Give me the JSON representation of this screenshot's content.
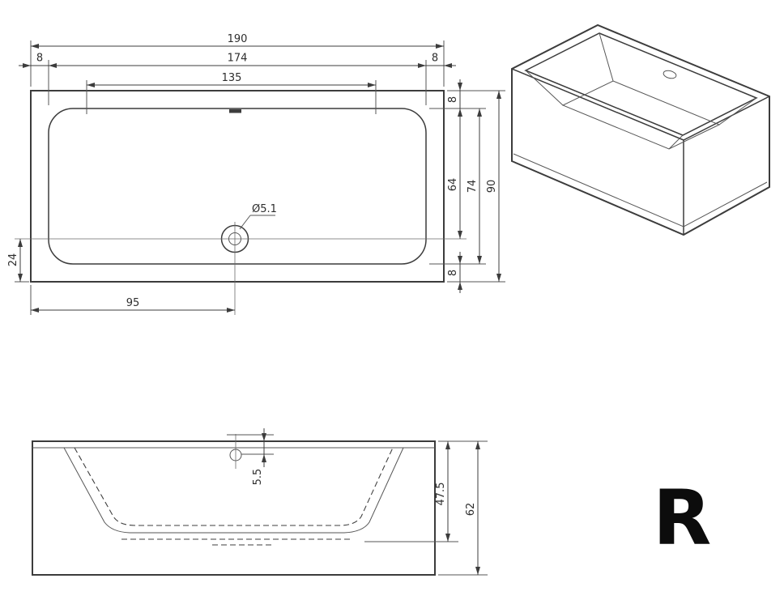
{
  "marking": {
    "letter": "R"
  },
  "top_view": {
    "dims": {
      "overall_width": "190",
      "rim_left": "8",
      "inner_width": "174",
      "rim_right": "8",
      "basin_width": "135",
      "rim_top": "8",
      "drain_from_top": "64",
      "inner_depth": "74",
      "overall_depth": "90",
      "rim_bottom": "8",
      "drain_from_bottom": "24",
      "drain_from_left": "95",
      "drain_diameter": "Ø5.1"
    }
  },
  "section_view": {
    "dims": {
      "drain_recess": "5.5",
      "basin_depth": "47.5",
      "overall_height": "62"
    }
  }
}
